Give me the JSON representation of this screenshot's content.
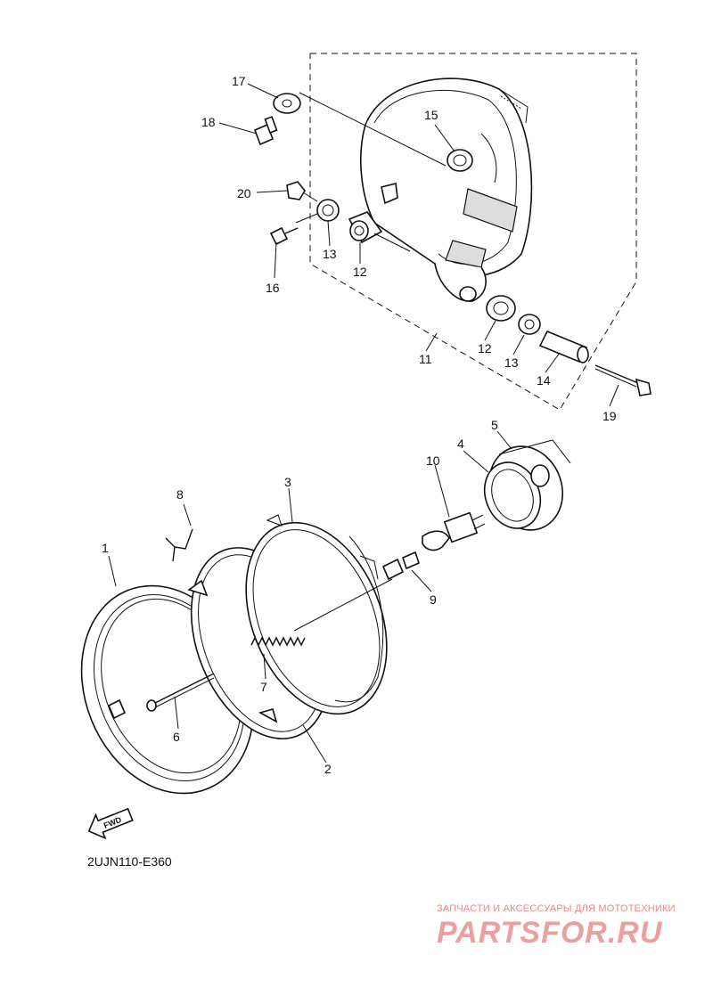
{
  "diagram": {
    "callouts": [
      "1",
      "2",
      "3",
      "4",
      "5",
      "6",
      "7",
      "8",
      "9",
      "10",
      "11",
      "12",
      "12",
      "13",
      "13",
      "14",
      "15",
      "16",
      "17",
      "18",
      "19",
      "20"
    ],
    "fwd_label": "FWD",
    "drawing_code": "2UJN110-E360"
  },
  "watermark": {
    "tagline": "ЗАПЧАСТИ И АКСЕССУАРЫ ДЛЯ МОТОТЕХНИКИ",
    "logo_text": "PARTSFOR.RU",
    "color": "#ec9f9f"
  }
}
